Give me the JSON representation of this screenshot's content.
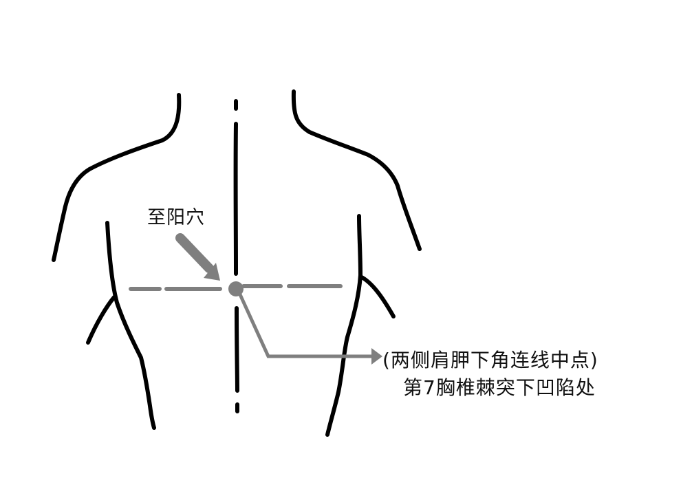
{
  "diagram": {
    "type": "acupoint-location",
    "subject": "upper back torso outline",
    "point_label": "至阳穴",
    "description": {
      "line1": "(两侧肩胛下角连线中点)",
      "line2": "第7胸椎棘突下凹陷处"
    },
    "colors": {
      "outline": "#000000",
      "annotation": "#7f7f7f",
      "background": "#ffffff",
      "text": "#111111"
    }
  }
}
